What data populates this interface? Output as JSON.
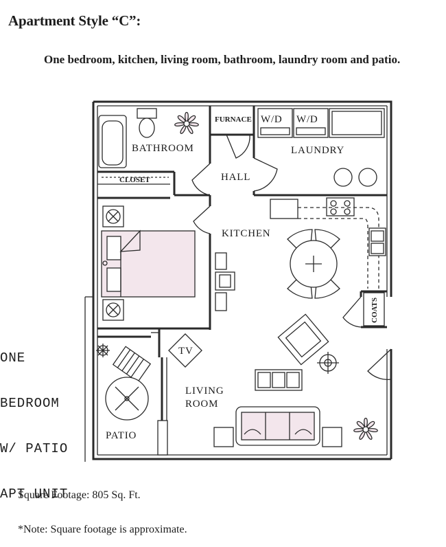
{
  "header": {
    "title": "Apartment Style “C”:",
    "description": "One bedroom, kitchen, living room, bathroom, laundry room and patio."
  },
  "side_label": {
    "lines": [
      "ONE",
      "BEDROOM",
      "W/ PATIO",
      "APT UNIT"
    ]
  },
  "rooms": {
    "bathroom": "BATHROOM",
    "closet": "CLOSET",
    "furnace": "FURNACE",
    "washer_dryer_1": "W/D",
    "washer_dryer_2": "W/D",
    "laundry": "LAUNDRY",
    "hall": "HALL",
    "kitchen": "KITCHEN",
    "coats": "COATS",
    "tv": "TV",
    "living_room_line1": "LIVING",
    "living_room_line2": "ROOM",
    "patio": "PATIO"
  },
  "footer": {
    "square_footage": "Square Footage: 805 Sq. Ft.",
    "note": "*Note: Square footage is approximate."
  },
  "colors": {
    "wall": "#2a2a2a",
    "furniture_fill": "#f3e6ec"
  }
}
